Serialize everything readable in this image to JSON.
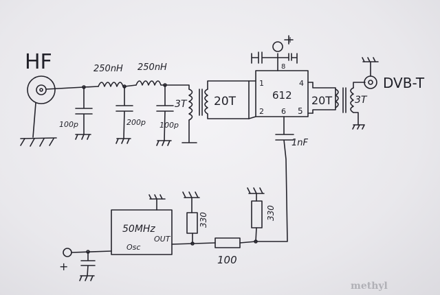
{
  "labels": {
    "input": "HF",
    "output": "DVB-T",
    "ind1": "250nH",
    "ind2": "250nH",
    "cap1": "100p",
    "cap2": "200p",
    "cap3": "100p",
    "tr1_primary": "3T",
    "tr1_secondary": "20T",
    "ic": "612",
    "pin1": "1",
    "pin2": "2",
    "pin4": "4",
    "pin5": "5",
    "pin6": "6",
    "pin8": "8",
    "vcc": "+",
    "tr2_primary": "20T",
    "tr2_secondary": "3T",
    "cap_lo": "1nF",
    "osc_freq": "50MHz",
    "osc_pin": "Osc",
    "out_pin": "OUT",
    "res1": "330",
    "res2": "330",
    "res3": "100",
    "supply": "+",
    "watermark": "methyl"
  }
}
